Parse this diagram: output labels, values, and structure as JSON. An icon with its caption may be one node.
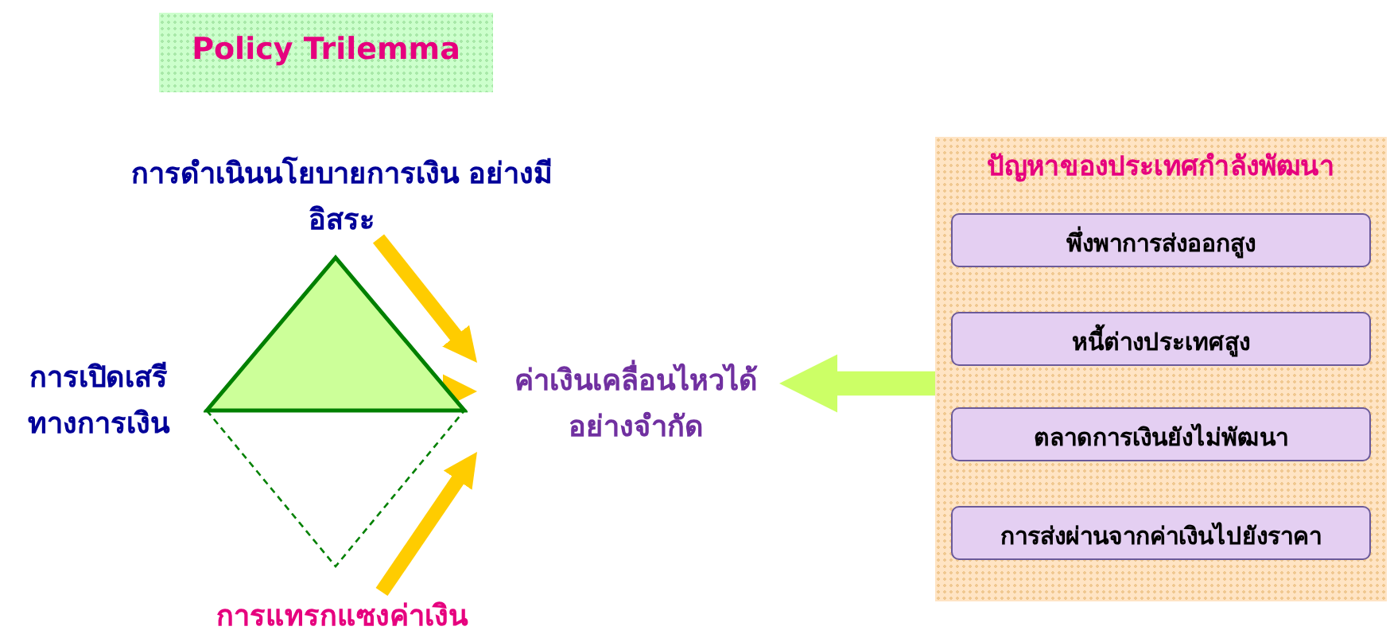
{
  "diagram": {
    "nodes": [
      {
        "text": [
          "Policy Trilemma"
        ]
      },
      {
        "text": [
          "การดำเนินนโยบายการเงิน อย่างมีอิสระ"
        ]
      },
      {
        "text": [
          "การเปิดเสรี ทางการเงิน"
        ]
      },
      {
        "text": [],
        "shape": "triangle"
      },
      {
        "text": [],
        "shape": "triangle"
      },
      {
        "text": [
          "การแทรกแซงค่าเงิน"
        ]
      },
      {
        "text": [
          "ค่าเงินเคลื่อนไหวได้ อย่างจำกัด"
        ]
      },
      {
        "text": [
          "ปัญหาของประเทศกำลังพัฒนา"
        ]
      },
      {
        "text": [
          "พึ่งพาการส่งออกสูง"
        ],
        "in": 7
      },
      {
        "text": [
          "หนี้ต่างประเทศสูง"
        ],
        "in": 7
      },
      {
        "text": [
          "ตลาดการเงินยังไม่พัฒนา"
        ],
        "in": 7
      },
      {
        "text": [
          "การส่งผ่านจากค่าเงินไปยังราคา"
        ],
        "in": 7
      }
    ],
    "edges": [
      {
        "from": 1,
        "to": 6,
        "arrow": "to"
      },
      {
        "from": 3,
        "to": 6,
        "arrow": "to"
      },
      {
        "from": 5,
        "to": 6,
        "arrow": "to"
      },
      {
        "from": 7,
        "to": 6,
        "arrow": "to",
        "color": "#ccff66"
      }
    ]
  }
}
